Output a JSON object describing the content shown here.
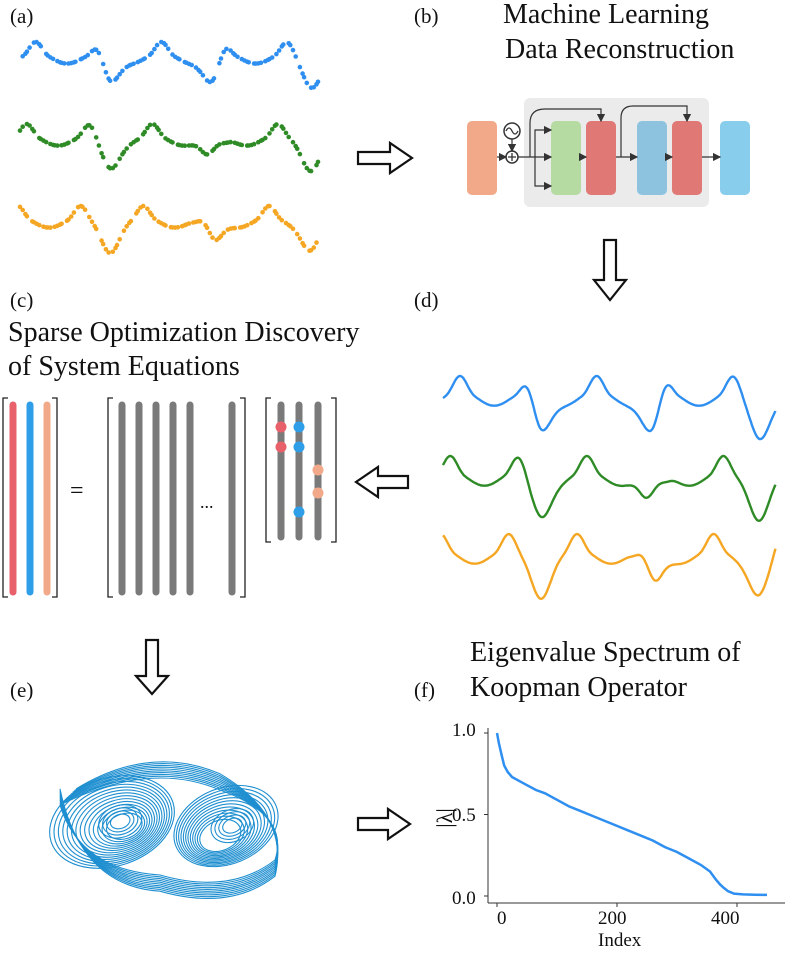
{
  "panels": {
    "a": {
      "label": "(a)"
    },
    "b": {
      "label": "(b)",
      "title_line1": "Machine Learning",
      "title_line2": "Data Reconstruction"
    },
    "c": {
      "label": "(c)",
      "title_line1": "Sparse Optimization Discovery",
      "title_line2": "of System Equations",
      "equals": "=",
      "ellipsis": "..."
    },
    "d": {
      "label": "(d)"
    },
    "e": {
      "label": "(e)"
    },
    "f": {
      "label": "(f)",
      "title_line1": "Eigenvalue Spectrum of",
      "title_line2": "Koopman Operator"
    }
  },
  "colors": {
    "blue": "#2f8ff0",
    "green": "#2e8b26",
    "orange": "#f5a623",
    "red": "#e8606a",
    "salmon": "#f2a98a",
    "lightgreen": "#b5dba2",
    "steelblue": "#8ec3e0",
    "skyblue": "#89cdec",
    "gray": "#7a7a7a",
    "attractor": "#1f8fd0"
  },
  "chart_data": {
    "type": "line",
    "title": "",
    "xlabel": "Index",
    "ylabel": "|λ|",
    "xlim": [
      -15,
      480
    ],
    "ylim": [
      0,
      1.0
    ],
    "xticks": [
      "0",
      "200",
      "400"
    ],
    "yticks": [
      "0.0",
      "0.5",
      "1.0"
    ],
    "series": [
      {
        "x": [
          0,
          3,
          8,
          12,
          18,
          25,
          35,
          50,
          65,
          80,
          100,
          120,
          140,
          160,
          180,
          200,
          220,
          240,
          260,
          280,
          300,
          320,
          340,
          355,
          365,
          372,
          378,
          385,
          395,
          410,
          430,
          450
        ],
        "y": [
          1.0,
          0.94,
          0.86,
          0.8,
          0.76,
          0.73,
          0.71,
          0.68,
          0.65,
          0.63,
          0.59,
          0.55,
          0.52,
          0.49,
          0.46,
          0.43,
          0.4,
          0.37,
          0.34,
          0.3,
          0.27,
          0.23,
          0.19,
          0.15,
          0.1,
          0.07,
          0.05,
          0.03,
          0.015,
          0.01,
          0.008,
          0.007
        ]
      }
    ]
  }
}
